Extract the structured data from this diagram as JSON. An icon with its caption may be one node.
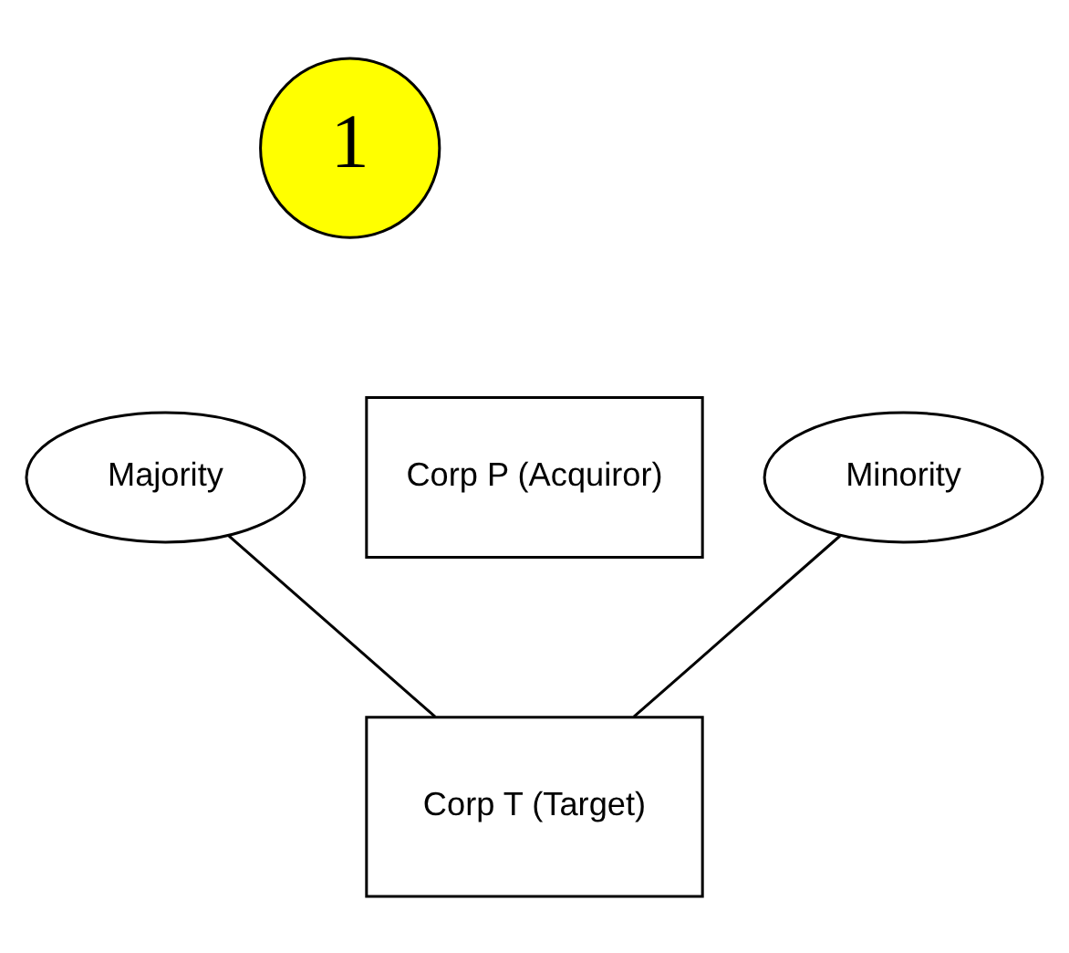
{
  "diagram": {
    "nodes": [
      {
        "text": [
          "1"
        ]
      },
      {
        "text": [
          "Corp P (Acquiror)"
        ]
      },
      {
        "text": [
          "Majority"
        ]
      },
      {
        "text": [
          "Minority"
        ]
      },
      {
        "text": [
          "Corp T (Target)"
        ]
      }
    ],
    "edges": [
      {
        "from": 2,
        "to": 4,
        "arrow": "none"
      },
      {
        "from": 3,
        "to": 4,
        "arrow": "none"
      }
    ]
  }
}
